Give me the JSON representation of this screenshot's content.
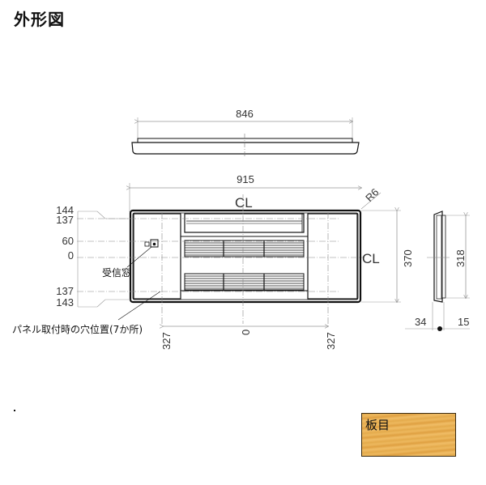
{
  "title": "外形図",
  "top_view": {
    "width_dim": "846"
  },
  "front_view": {
    "width_dim": "915",
    "corner_radius": "R6",
    "centerline_top": "CL",
    "centerline_right": "CL",
    "height_dim": "370",
    "left_dims": [
      "144",
      "137",
      "60",
      "0",
      "137",
      "143"
    ],
    "bottom_dims": [
      "327",
      "0",
      "327"
    ],
    "receiver_label": "受信窓",
    "hole_note": "パネル取付時の穴位置(7か所)"
  },
  "side_view": {
    "height_dim": "318",
    "depth_left": "34",
    "depth_right": "15"
  },
  "swatch": {
    "label": "板目",
    "color": "#e8ae52"
  },
  "colors": {
    "line": "#111111",
    "dim_line": "#999999"
  }
}
